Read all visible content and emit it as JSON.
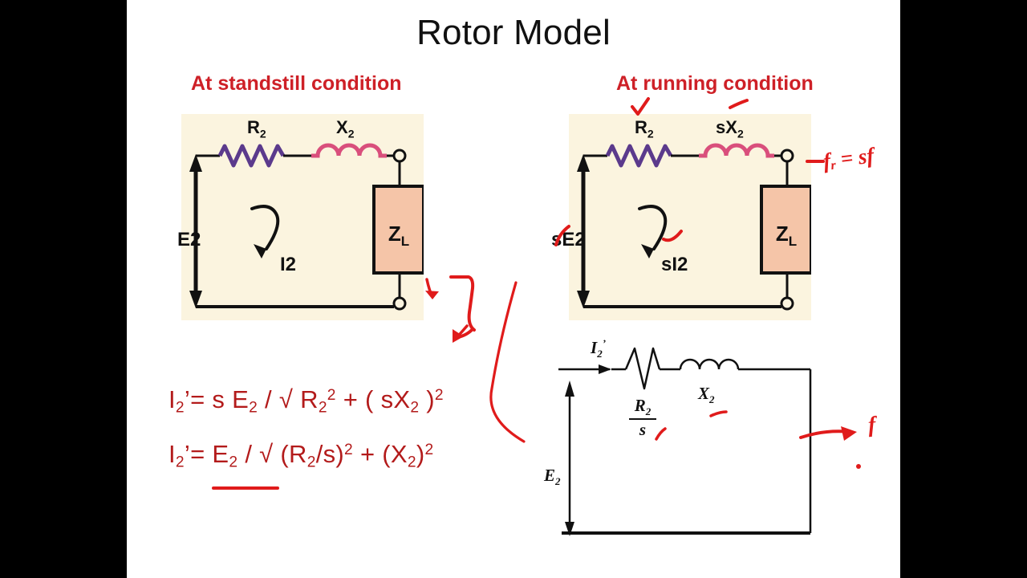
{
  "slide": {
    "title": "Rotor Model",
    "background_color": "#ffffff",
    "letterbox_color": "#000000",
    "accent_red": "#CE2027",
    "ink_red": "#E01B1B",
    "resistor_color": "#5B3A8C",
    "inductor_color": "#D94F7C",
    "panel_fill": "#FBF4DF",
    "load_box_fill": "#F5C5A8"
  },
  "captions": {
    "standstill": "At standstill condition",
    "running": "At running condition"
  },
  "circuit_standstill": {
    "source_label": "E2",
    "resistor_label_base": "R",
    "resistor_label_sub": "2",
    "reactance_label_prefix": "",
    "reactance_label_base": "X",
    "reactance_label_sub": "2",
    "current_label": "I2",
    "load_label_base": "Z",
    "load_label_sub": "L"
  },
  "circuit_running": {
    "source_label": "sE2",
    "resistor_label_base": "R",
    "resistor_label_sub": "2",
    "reactance_label_prefix": "s",
    "reactance_label_base": "X",
    "reactance_label_sub": "2",
    "current_label": "sI2",
    "load_label_base": "Z",
    "load_label_sub": "L"
  },
  "equations": {
    "first": {
      "lhs_base": "I",
      "lhs_sub": "2",
      "lhs_prime": "’",
      "eq": "=",
      "numerator": "s E",
      "numerator_sub": "2",
      "slash": "/",
      "radical": "√",
      "r_base": "R",
      "r_sub": "2",
      "r_sup": "2",
      "plus": "+",
      "open": "(",
      "sx_base": "sX",
      "sx_sub": "2",
      "close": ")",
      "close_sup": "2"
    },
    "second": {
      "lhs_base": "I",
      "lhs_sub": "2",
      "lhs_prime": "’",
      "eq": "=",
      "numerator": "E",
      "numerator_sub": "2",
      "slash": "/",
      "radical": "√",
      "open1": "(R",
      "r_sub": "2",
      "over_s": "/s)",
      "sup1": "2",
      "plus": "+",
      "open2": "(X",
      "x_sub": "2",
      "close2": ")",
      "sup2": "2"
    }
  },
  "circuit_equivalent": {
    "current_label_base": "I",
    "current_label_sub": "2",
    "current_label_prime": "’",
    "source_label_base": "E",
    "source_label_sub": "2",
    "resistor_numerator_base": "R",
    "resistor_numerator_sub": "2",
    "resistor_denominator": "s",
    "reactance_label_base": "X",
    "reactance_label_sub": "2"
  },
  "annotations": {
    "fr_note": "fᵣ = sf",
    "right_symbol": "f",
    "checkmark": "✓"
  }
}
